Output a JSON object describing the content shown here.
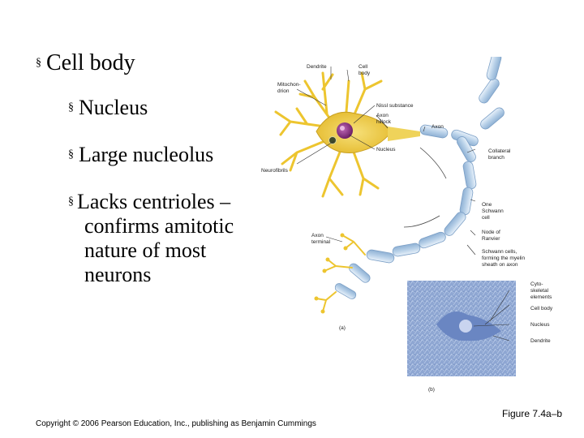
{
  "bullets": {
    "cell_body": "Cell body",
    "nucleus": "Nucleus",
    "nucleolus": "Large nucleolus",
    "centrioles_line1": "Lacks centrioles –",
    "centrioles_line2": "confirms amitotic",
    "centrioles_line3": "nature of most",
    "centrioles_line4": "neurons",
    "marker": "§"
  },
  "figure": {
    "labels": {
      "dendrite_a": "Dendrite",
      "cell_body_1": "Cell",
      "cell_body_2": "body",
      "mito_1": "Mitochon-",
      "mito_2": "drion",
      "nissl": "Nissl substance",
      "hillock_1": "Axon",
      "hillock_2": "hillock",
      "axon": "Axon",
      "nucleus_a": "Nucleus",
      "neurofibrils": "Neurofibrils",
      "collateral_1": "Collateral",
      "collateral_2": "branch",
      "schwann_1": "One",
      "schwann_2": "Schwann",
      "schwann_3": "cell",
      "terminal_1": "Axon",
      "terminal_2": "terminal",
      "ranvier_1": "Node of",
      "ranvier_2": "Ranvier",
      "myelin_1": "Schwann cells,",
      "myelin_2": "forming the myelin",
      "myelin_3": "sheath on axon",
      "cyto_1": "Cyto-",
      "cyto_2": "skeletal",
      "cyto_3": "elements",
      "cell_body_b": "Cell body",
      "nucleus_b": "Nucleus",
      "dendrite_b": "Dendrite",
      "panel_a": "(a)",
      "panel_b": "(b)"
    }
  },
  "footer": {
    "copyright": "Copyright © 2006 Pearson Education, Inc., publishing as Benjamin Cummings",
    "figure_ref": "Figure 7.4a–b"
  },
  "colors": {
    "dendrite_yellow": "#f1cf3b",
    "myelin_blue": "#b9d2e8",
    "nucleus_purple": "#8a2f84",
    "micrograph_blue": "#7f9ac9"
  }
}
